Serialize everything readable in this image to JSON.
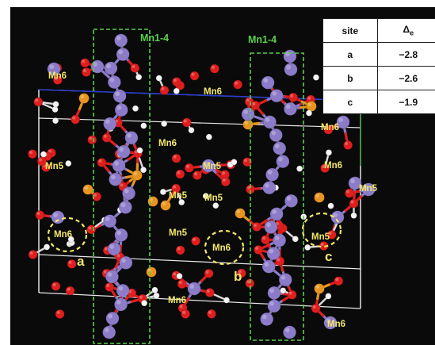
{
  "labels": {
    "mn_group_left": "Mn1-4",
    "mn_group_right": "Mn1-4",
    "mn6": "Mn6",
    "mn5": "Mn5",
    "site_a": "a",
    "site_b": "b",
    "site_c": "c"
  },
  "table": {
    "header_site": "site",
    "header_delta": "Δ",
    "header_delta_sub": "e",
    "rows": [
      {
        "site": "a",
        "value": "−2.8"
      },
      {
        "site": "b",
        "value": "−2.6"
      },
      {
        "site": "c",
        "value": "−1.9"
      }
    ]
  },
  "colors": {
    "background": "#0a0a0a",
    "manganese": "#8b7bc8",
    "oxygen": "#e01e1e",
    "phosphorus": "#e8951f",
    "hydrogen": "#f4f4f4",
    "label": "#f3e86a",
    "group_box": "#58d04a",
    "cell_edge": "#ffffff",
    "axis_blue": "#2a3cc8"
  }
}
